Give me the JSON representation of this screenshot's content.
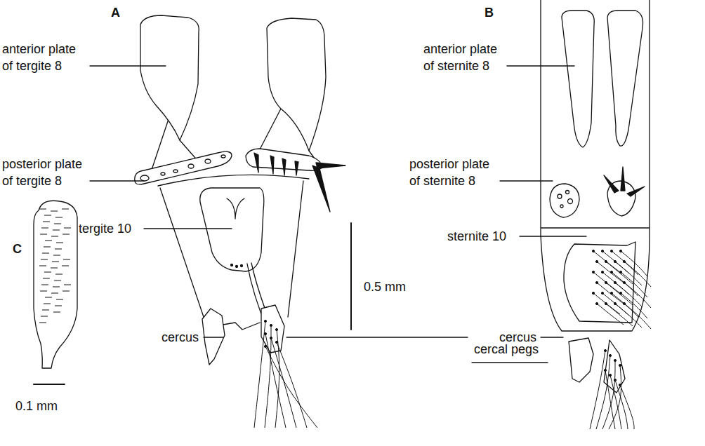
{
  "diagram": {
    "labels": [
      "A",
      "B",
      "anterior plate of tergite 8",
      "anterior plate of sternite 8",
      "posterior plate of tergite 8",
      "posterior plate of sternite 8",
      "tergite 10",
      "sternite 10",
      "0.5 mm",
      "C",
      "cercus",
      "cercus",
      "cercal pegs",
      "0.1 mm"
    ]
  }
}
